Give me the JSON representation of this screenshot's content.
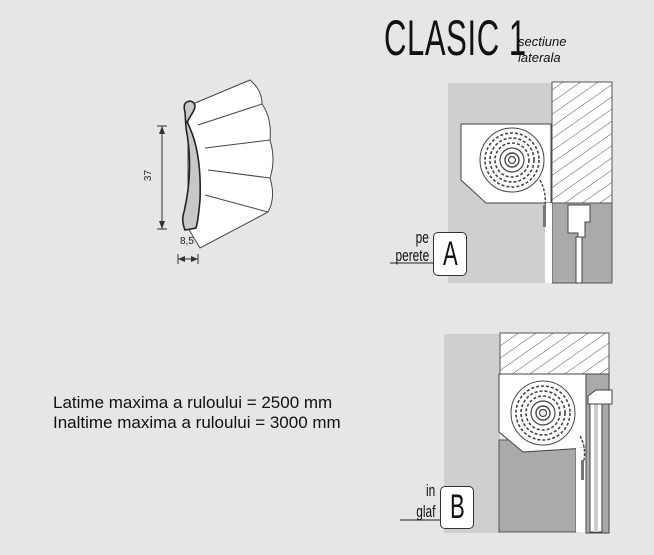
{
  "title": "CLASIC 1",
  "subtitle": [
    "sectiune",
    "laterala"
  ],
  "profile": {
    "height_dim": "37",
    "thickness_dim": "8,5"
  },
  "variant_a": {
    "label_lines": [
      "pe",
      "perete"
    ],
    "letter": "A"
  },
  "variant_b": {
    "label_lines": [
      "in",
      "glaf"
    ],
    "letter": "B"
  },
  "specs": [
    "Latime maxima a ruloului = 2500 mm",
    "Inaltime maxima a ruloului = 3000 mm"
  ],
  "colors": {
    "background": "#e6e6e6",
    "wall_light": "#cfcfcf",
    "wall_dark": "#aaaaaa",
    "box": "#ffffff"
  }
}
